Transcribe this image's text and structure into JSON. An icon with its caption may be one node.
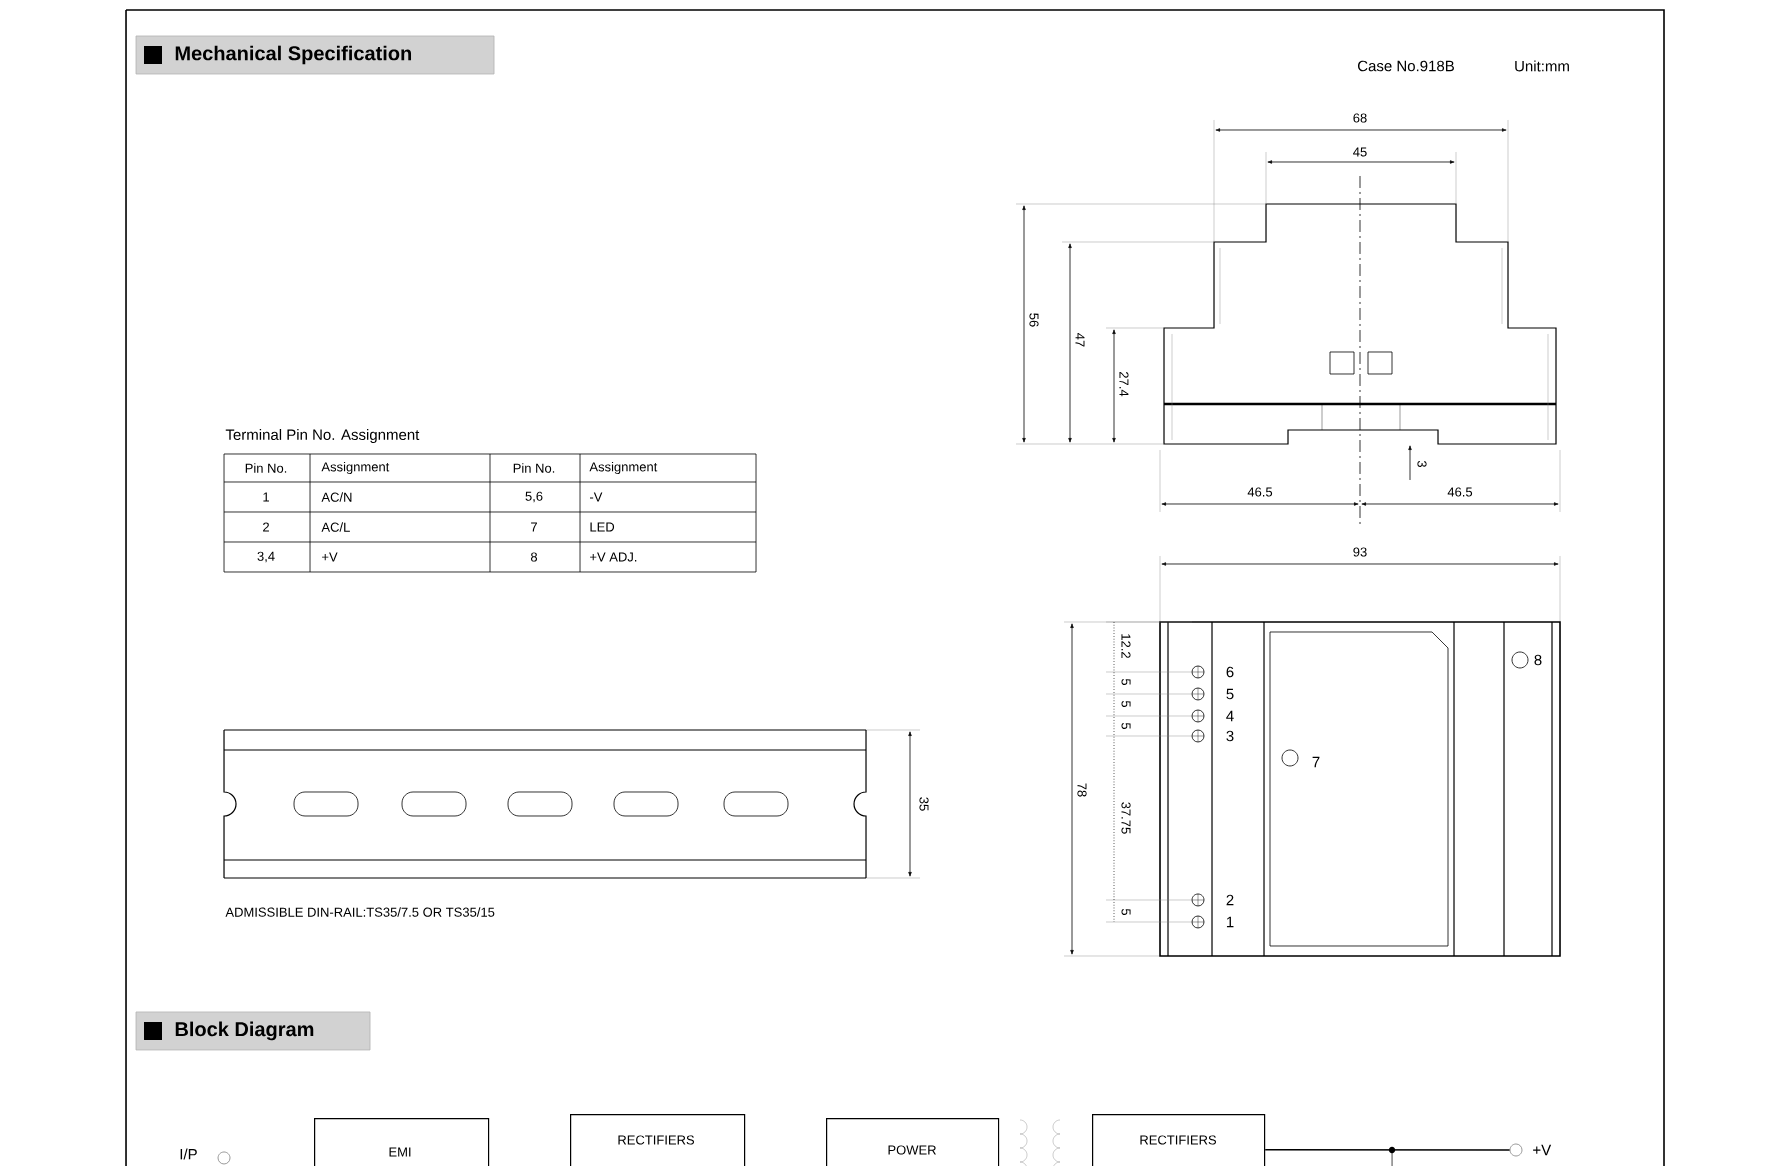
{
  "diagram": {
    "title": "Mechanical Specification",
    "nodes": [
      {
        "text": [],
        "shape": "circle",
        "beside": [
          "I/P"
        ]
      },
      {
        "text": [
          "EMI"
        ]
      },
      {
        "text": [
          "RECTIFIERS"
        ]
      },
      {
        "text": [
          "POWER"
        ]
      },
      {
        "text": [
          "RECTIFIERS"
        ]
      },
      {
        "text": [],
        "shape": "circle",
        "beside": [
          "+V"
        ]
      }
    ],
    "edges": [
      {
        "from": 4,
        "to": 5,
        "arrow": "none"
      }
    ],
    "labels": [
      "Case No.918B",
      "Unit:mm",
      "68",
      "45",
      "56",
      "47",
      "27.4",
      "3",
      "46.5",
      "46.5",
      "Terminal Pin No. Assignment",
      "Pin No.",
      "Assignment",
      "Pin No.",
      "Assignment",
      "1",
      "AC/N",
      "5,6",
      "-V",
      "2",
      "AC/L",
      "7",
      "LED",
      "3,4",
      "+V",
      "8",
      "+V ADJ.",
      "93",
      "12.2",
      "5",
      "5",
      "5",
      "37.75",
      "5",
      "78",
      "6",
      "5",
      "4",
      "3",
      "2",
      "1",
      "7",
      "8",
      "35",
      "ADMISSIBLE DIN-RAIL:TS35/7.5 OR TS35/15",
      "Block Diagram"
    ]
  }
}
